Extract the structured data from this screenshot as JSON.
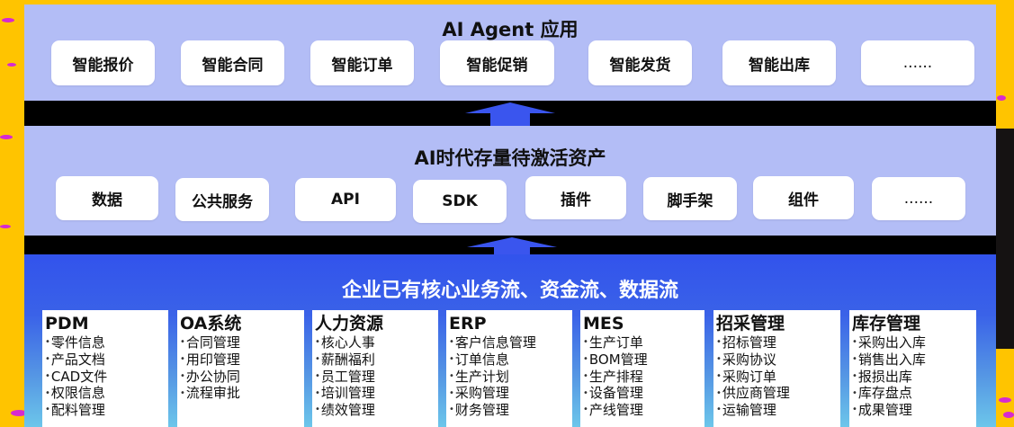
{
  "colors": {
    "background": "#FFC400",
    "layer_light": "#B3BDF6",
    "layer_blue_top": "#3253EC",
    "layer_blue_bottom": "#6CC6EA",
    "arrow": "#3A55EE",
    "band": "#000000"
  },
  "top_layer": {
    "title": "AI Agent 应用",
    "cards": [
      "智能报价",
      "智能合同",
      "智能订单",
      "智能促销",
      "智能发货",
      "智能出库",
      "......"
    ]
  },
  "middle_layer": {
    "title": "AI时代存量待激活资产",
    "cards": [
      "数据",
      "公共服务",
      "API",
      "SDK",
      "插件",
      "脚手架",
      "组件",
      "......"
    ]
  },
  "bottom_layer": {
    "title": "企业已有核心业务流、资金流、数据流",
    "systems": [
      {
        "title": "PDM",
        "items": [
          "零件信息",
          "产品文档",
          "CAD文件",
          "权限信息",
          "配料管理"
        ]
      },
      {
        "title": "OA系统",
        "items": [
          "合同管理",
          "用印管理",
          "办公协同",
          "流程审批"
        ]
      },
      {
        "title": "人力资源",
        "items": [
          "核心人事",
          "薪酬福利",
          "员工管理",
          "培训管理",
          "绩效管理"
        ]
      },
      {
        "title": "ERP",
        "items": [
          "客户信息管理",
          "订单信息",
          "生产计划",
          "采购管理",
          "财务管理"
        ]
      },
      {
        "title": "MES",
        "items": [
          "生产订单",
          "BOM管理",
          "生产排程",
          "设备管理",
          "产线管理"
        ]
      },
      {
        "title": "招采管理",
        "items": [
          "招标管理",
          "采购协议",
          "采购订单",
          "供应商管理",
          "运输管理"
        ]
      },
      {
        "title": "库存管理",
        "items": [
          "采购出入库",
          "销售出入库",
          "报损出库",
          "库存盘点",
          "成果管理"
        ]
      }
    ]
  },
  "bullet": "•",
  "icons": {
    "up_arrow_1": "up-arrow-icon",
    "up_arrow_2": "up-arrow-icon"
  }
}
